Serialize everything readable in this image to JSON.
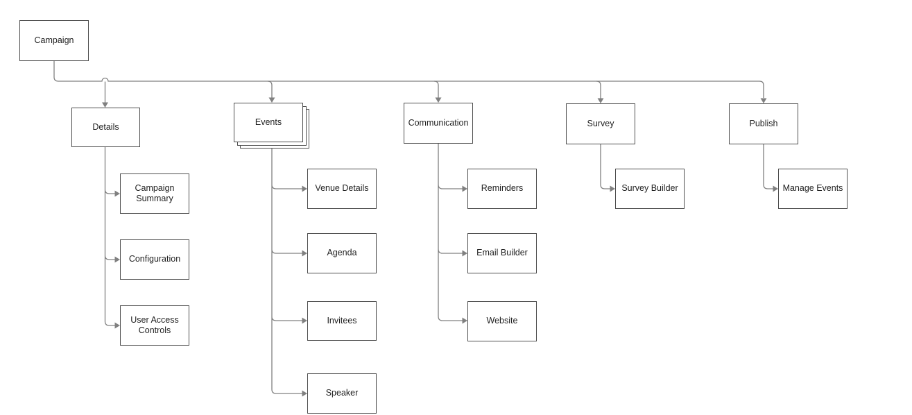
{
  "diagram": {
    "type": "tree-flowchart",
    "root": {
      "label": "Campaign"
    },
    "branches": [
      {
        "label": "Details",
        "children": [
          {
            "label": "Campaign Summary"
          },
          {
            "label": "Configuration"
          },
          {
            "label": "User Access Controls"
          }
        ]
      },
      {
        "label": "Events",
        "shape": "stacked",
        "children": [
          {
            "label": "Venue Details"
          },
          {
            "label": "Agenda"
          },
          {
            "label": "Invitees"
          },
          {
            "label": "Speaker"
          }
        ]
      },
      {
        "label": "Communication",
        "children": [
          {
            "label": "Reminders"
          },
          {
            "label": "Email Builder"
          },
          {
            "label": "Website"
          }
        ]
      },
      {
        "label": "Survey",
        "children": [
          {
            "label": "Survey Builder"
          }
        ]
      },
      {
        "label": "Publish",
        "children": [
          {
            "label": "Manage Events"
          }
        ]
      }
    ],
    "colors": {
      "connector": "#808080",
      "node_border": "#4d4d4d",
      "node_fill": "#ffffff",
      "text": "#1f1f1f",
      "background": "#ffffff"
    }
  }
}
